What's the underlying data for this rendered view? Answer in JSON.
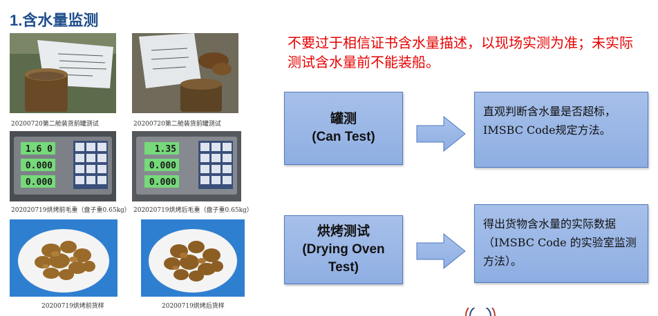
{
  "title": "1.含水量监测",
  "photos": [
    {
      "caption": "20200720第二舱装货前罐测试"
    },
    {
      "caption": "20200720第二舱装货前罐测试"
    },
    {
      "caption": "202020719烘烤前毛重（盘子重0.65kg）",
      "readings": [
        "1.6 0",
        "0.000",
        "0.000"
      ]
    },
    {
      "caption": "202020719烘烤后毛重（盘子重0.65kg）",
      "readings": [
        "1.35",
        "0.000",
        "0.000"
      ]
    },
    {
      "caption": "20200719烘烤前货样"
    },
    {
      "caption": "20200719烘烤后货样"
    }
  ],
  "warning": "不要过于相信证书含水量描述，以现场实测为准；未实际测试含水量前不能装船。",
  "methods": [
    {
      "name": "罐测",
      "name_en": "(Can Test)",
      "result": "直观判断含水量是否超标，IMSBC Code规定方法。"
    },
    {
      "name": "烘烤测试",
      "name_en_1": "(Drying Oven",
      "name_en_2": "Test)",
      "result": "得出货物含水量的实际数据（IMSBC Code 的实验室监测方法）。"
    }
  ],
  "colors": {
    "title": "#1f4e8c",
    "warning": "#e60000",
    "box": "#9db8e6",
    "box_border": "#4f78bd"
  }
}
